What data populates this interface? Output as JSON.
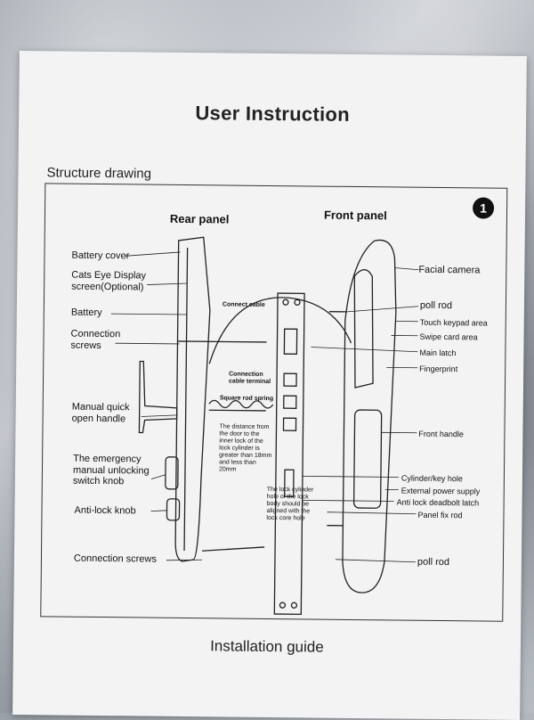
{
  "document": {
    "title": "User Instruction",
    "section": "Structure drawing",
    "footer": "Installation guide"
  },
  "diagram": {
    "rear_panel_heading": "Rear panel",
    "front_panel_heading": "Front panel",
    "figure_number": "1",
    "rear_labels": {
      "battery_cover": "Battery cover",
      "cats_eye_line1": "Cats Eye Display",
      "cats_eye_line2": "screen(Optional)",
      "battery": "Battery",
      "connection_screws_line1": "Connection",
      "connection_screws_line2": "screws",
      "manual_handle_line1": "Manual quick",
      "manual_handle_line2": "open handle",
      "emergency_line1": "The emergency",
      "emergency_line2": "manual unlocking",
      "emergency_line3": "switch knob",
      "anti_lock_knob": "Anti-lock knob",
      "connection_screws_bottom": "Connection screws"
    },
    "middle_labels": {
      "connect_cable": "Connect cable",
      "connection_cable_terminal_line1": "Connection",
      "connection_cable_terminal_line2": "cable terminal",
      "square_rod_spring": "Square rod spring",
      "distance_note": "The distance from\nthe door to the\ninner lock of the\nlock cylinder is\ngreater than 18mm\nand less than\n20mm",
      "cylinder_note": "The lock cylinder\nhole of the lock\nbody should be\naligned with the\nlock core hole"
    },
    "front_labels": {
      "facial_camera": "Facial camera",
      "poll_rod_top": "poll rod",
      "touch_keypad": "Touch keypad area",
      "swipe_card": "Swipe card area",
      "main_latch": "Main latch",
      "fingerprint": "Fingerprint",
      "front_handle": "Front handle",
      "cylinder_key_hole": "Cylinder/key hole",
      "external_power": "External power supply",
      "anti_lock_deadbolt": "Anti lock deadbolt latch",
      "panel_fix_rod": "Panel fix rod",
      "poll_rod_bottom": "poll rod"
    }
  }
}
